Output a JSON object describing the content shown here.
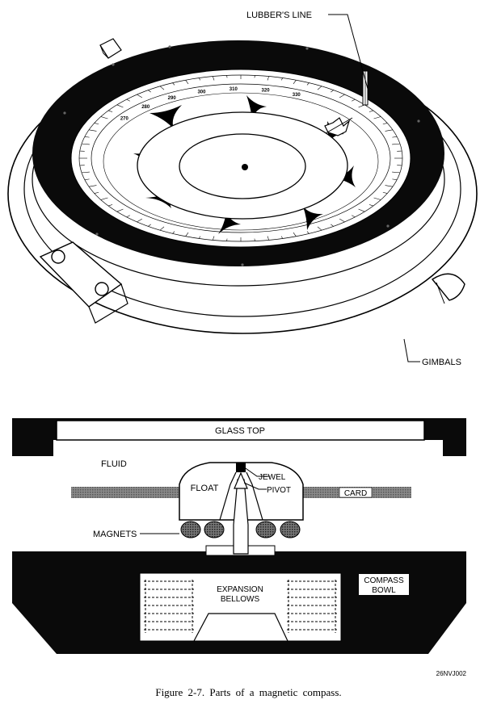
{
  "top_view": {
    "labels": {
      "lubbers_line": "LUBBER'S LINE",
      "gimbals": "GIMBALS"
    },
    "card_ticks": [
      "270",
      "280",
      "290",
      "300",
      "310",
      "320",
      "330"
    ]
  },
  "cross_section": {
    "labels": {
      "glass_top": "GLASS TOP",
      "fluid": "FLUID",
      "float": "FLOAT",
      "jewel": "JEWEL",
      "pivot": "PIVOT",
      "card": "CARD",
      "magnets": "MAGNETS",
      "expansion": "EXPANSION",
      "bellows": "BELLOWS",
      "compass": "COMPASS",
      "bowl": "BOWL"
    }
  },
  "figure_code": "26NVJ002",
  "caption": "Figure 2-7. Parts of a magnetic compass."
}
